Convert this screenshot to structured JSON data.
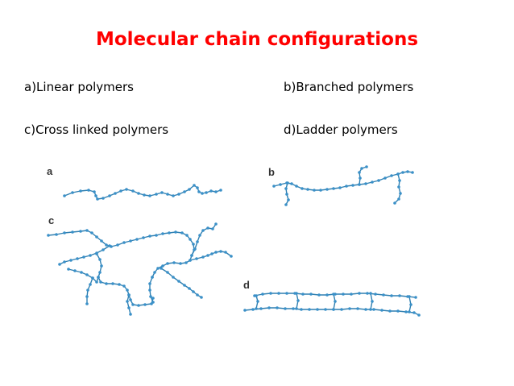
{
  "title": "Molecular chain configurations",
  "items": {
    "a": "a)Linear polymers",
    "b": "b)Branched polymers",
    "c": "c)Cross linked polymers",
    "d": "d)Ladder polymers"
  },
  "diagram_labels": {
    "a": "a",
    "b": "b",
    "c": "c",
    "d": "d"
  },
  "colors": {
    "title": "#ff0000",
    "chain": "#2f7fb0",
    "bead": "#3a90c8"
  }
}
